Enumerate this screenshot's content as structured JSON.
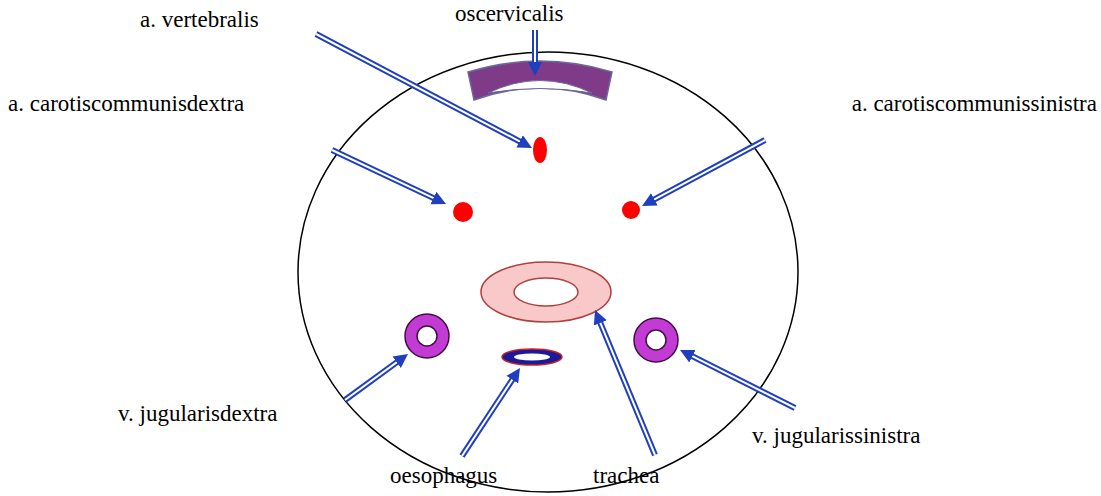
{
  "diagram": {
    "labels": [
      "oscervicalis",
      "a. vertebralis",
      "a. carotiscommunisdextra",
      "a. carotiscommunissinistra",
      "v. jugularisdextra",
      "v. jugularissinistra",
      "oesophagus",
      "trachea"
    ]
  }
}
